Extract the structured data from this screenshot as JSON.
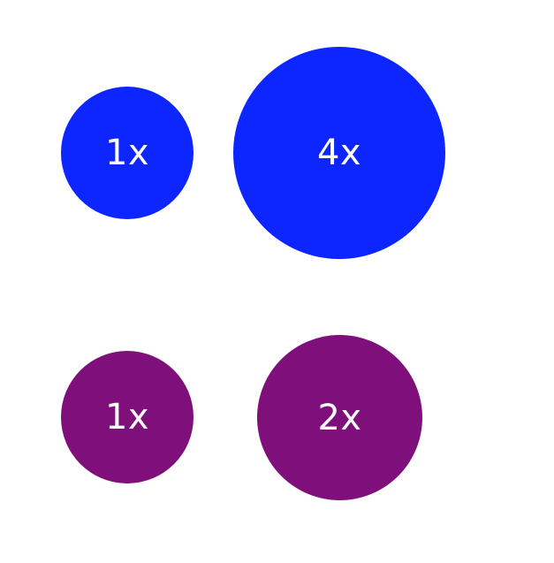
{
  "colors": {
    "blue": "#0D25FF",
    "purple": "#7F0F7A",
    "label": "#FFFFFF"
  },
  "rows": [
    {
      "color": "blue",
      "circles": [
        {
          "label": "1x"
        },
        {
          "label": "4x"
        }
      ]
    },
    {
      "color": "purple",
      "circles": [
        {
          "label": "1x"
        },
        {
          "label": "2x"
        }
      ]
    }
  ]
}
